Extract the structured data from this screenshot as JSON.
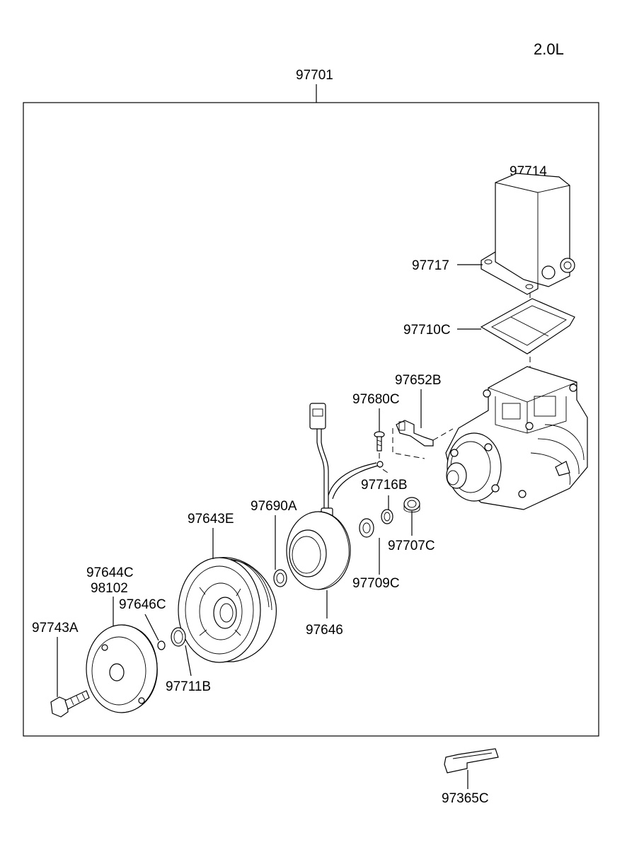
{
  "engine": "2.0L",
  "assembly": "97701",
  "parts": {
    "p97714": "97714",
    "p97717": "97717",
    "p97710C": "97710C",
    "p97652B": "97652B",
    "p97680C": "97680C",
    "p97716B": "97716B",
    "p97707C": "97707C",
    "p97709C": "97709C",
    "p97690A": "97690A",
    "p97643E": "97643E",
    "p97646": "97646",
    "p97644C": "97644C",
    "p98102": "98102",
    "p97646C": "97646C",
    "p97743A": "97743A",
    "p97711B": "97711B",
    "p97365C": "97365C"
  }
}
